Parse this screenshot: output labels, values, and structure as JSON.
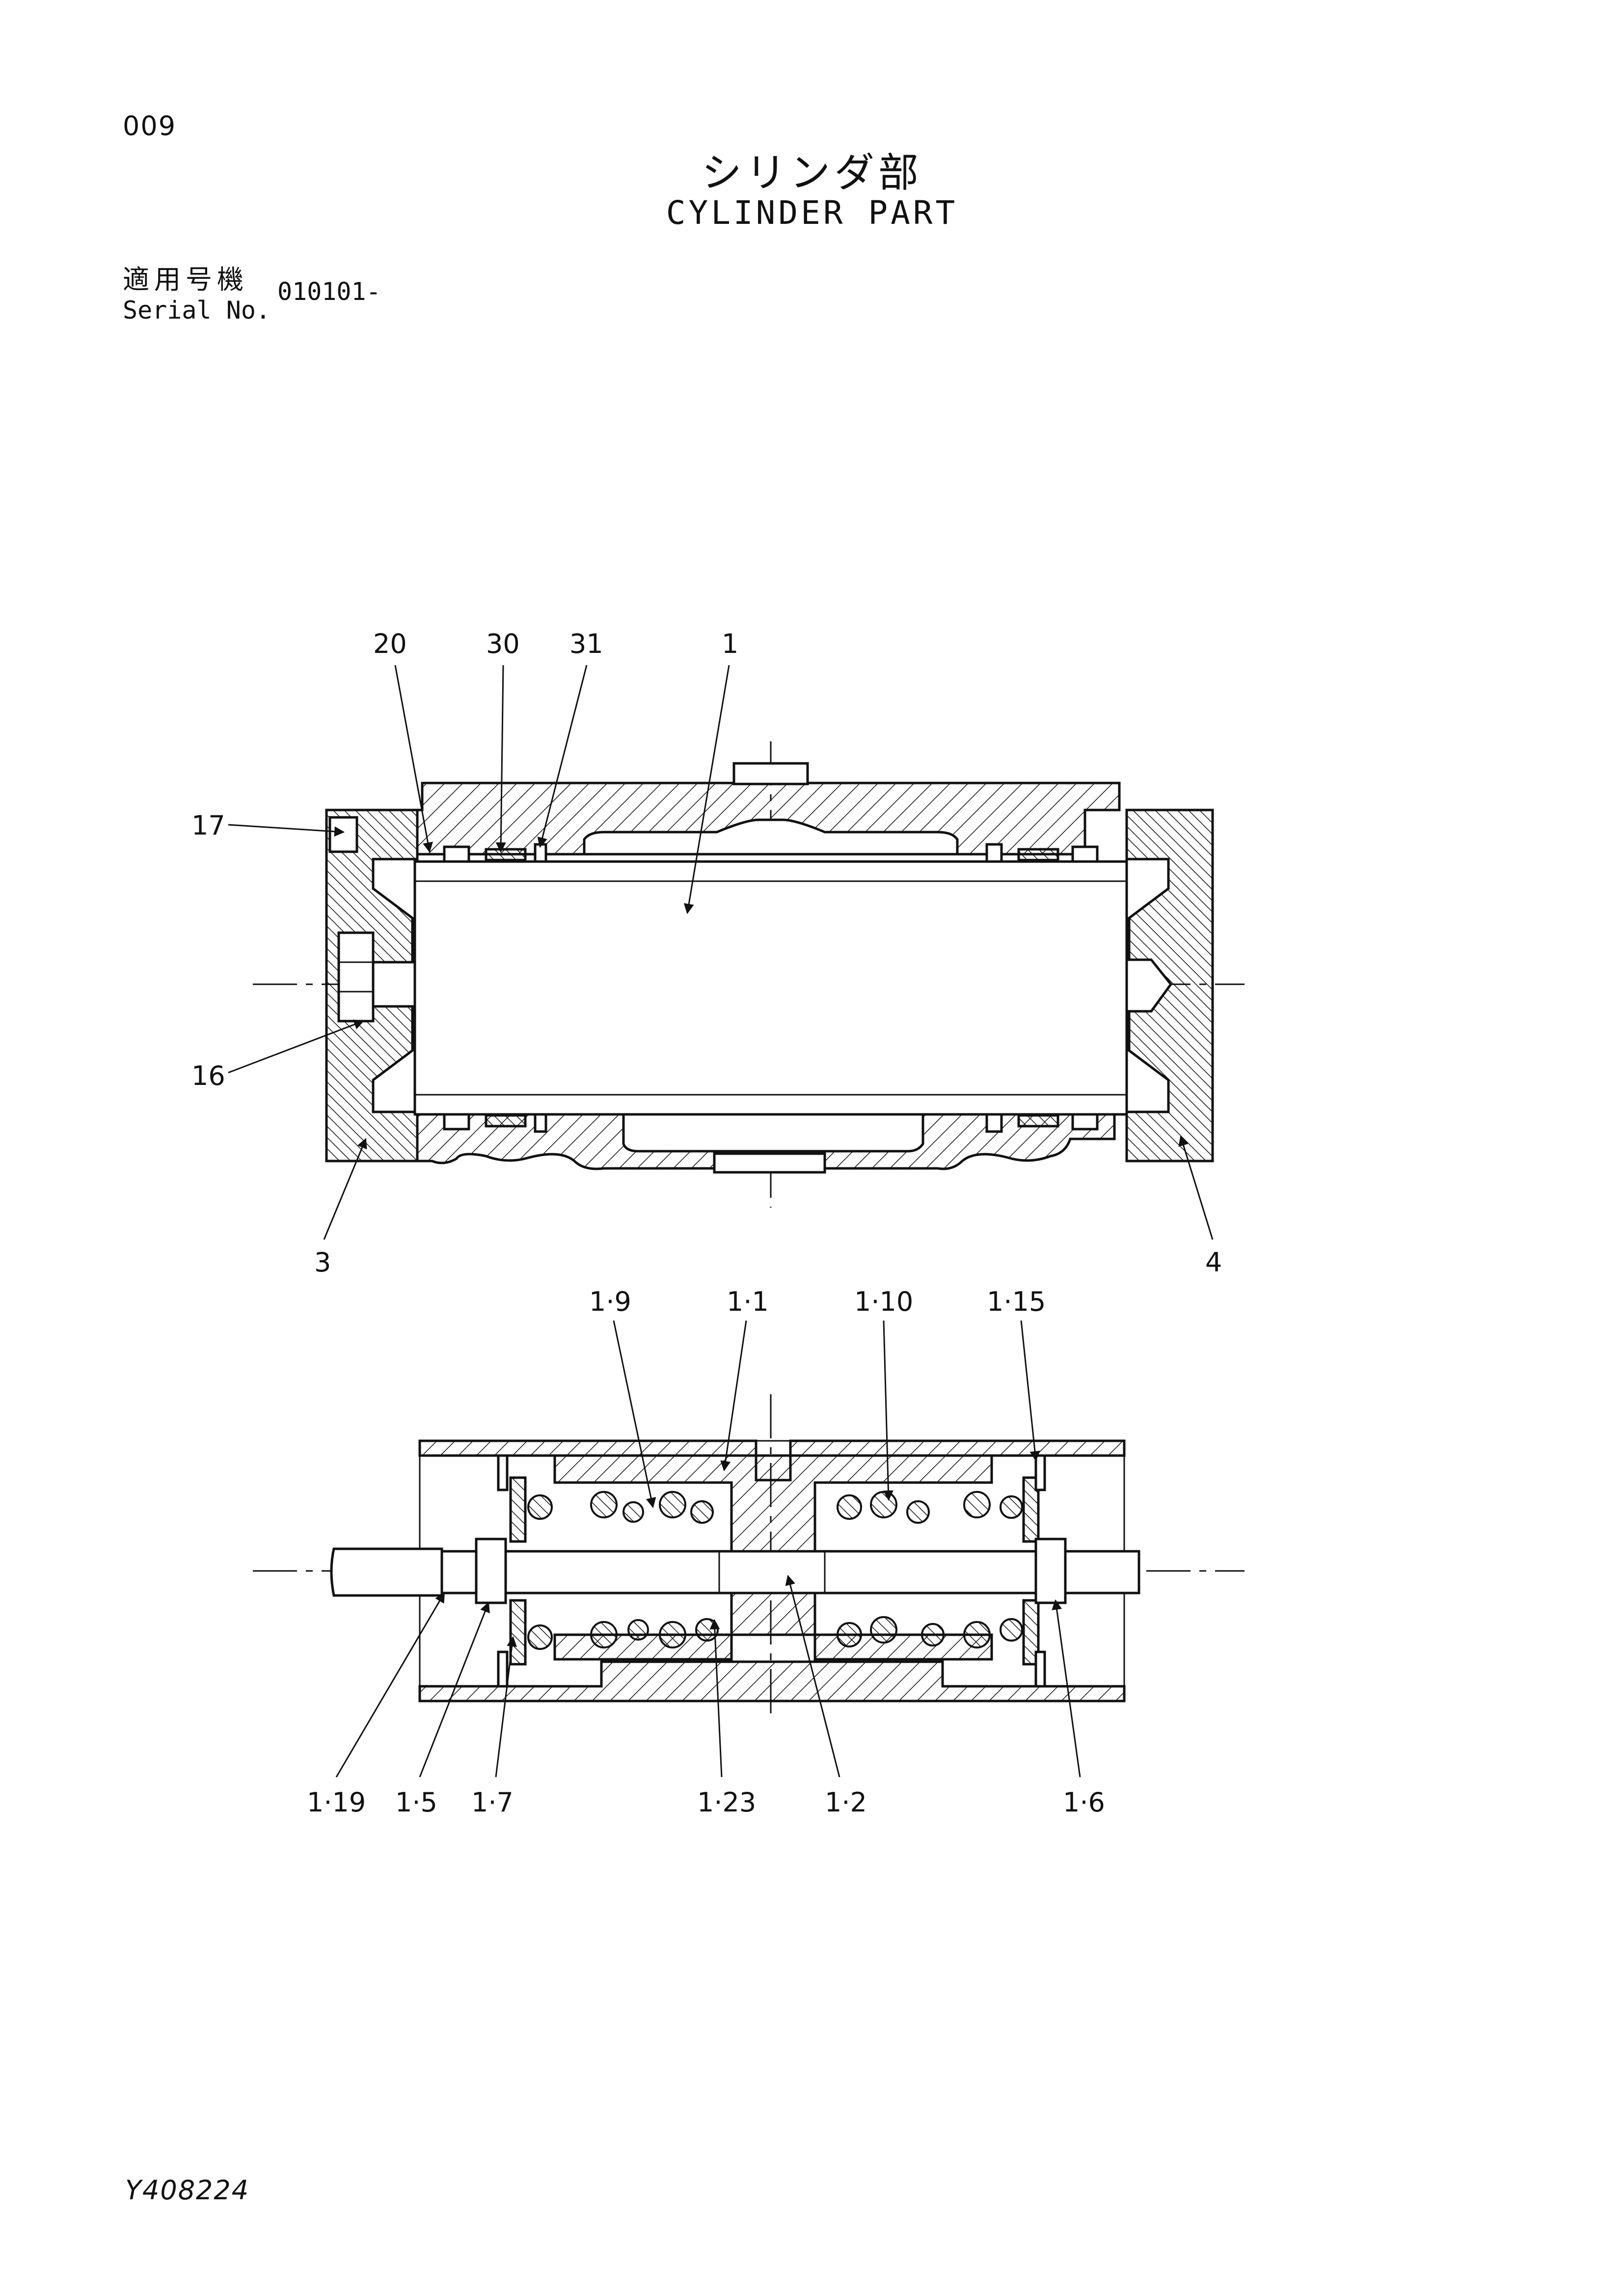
{
  "page_number": "009",
  "title_ja": "シリンダ部",
  "title_en": "CYLINDER PART",
  "serial": {
    "label_ja": "適用号機",
    "label_en": "Serial No.",
    "value": "010101-"
  },
  "drawing_code": "Y408224",
  "callouts": {
    "upper": {
      "c20": "20",
      "c30": "30",
      "c31": "31",
      "c1": "1",
      "c17": "17",
      "c16": "16",
      "c3": "3",
      "c4": "4"
    },
    "lower": {
      "c1_9": "1·9",
      "c1_1": "1·1",
      "c1_10": "1·10",
      "c1_15": "1·15",
      "c1_19": "1·19",
      "c1_5": "1·5",
      "c1_7": "1·7",
      "c1_23": "1·23",
      "c1_2": "1·2",
      "c1_6": "1·6"
    }
  }
}
